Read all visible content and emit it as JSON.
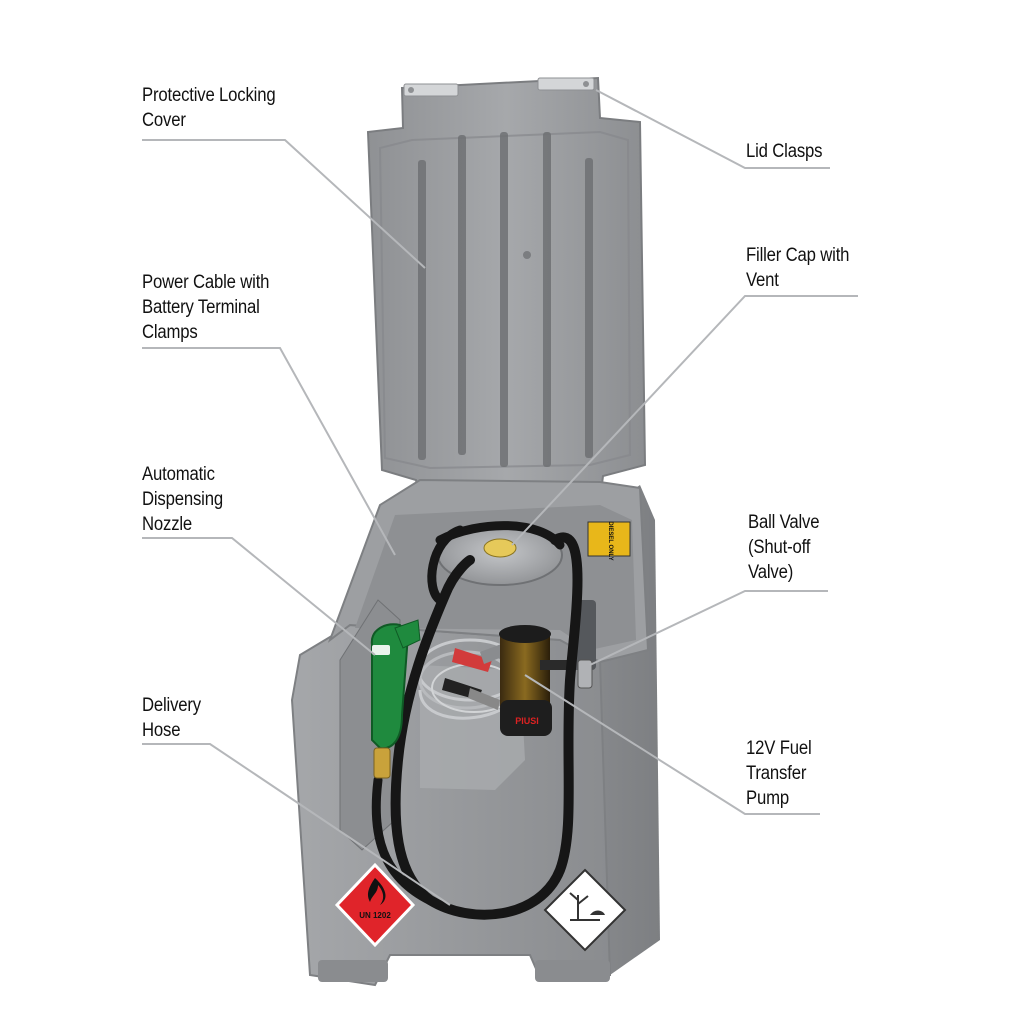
{
  "labels": {
    "protective_cover": [
      "Protective Locking",
      "Cover"
    ],
    "lid_clasps": [
      "Lid Clasps"
    ],
    "filler_cap": [
      "Filler Cap with",
      "Vent"
    ],
    "power_cable": [
      "Power Cable with",
      "Battery Terminal",
      "Clamps"
    ],
    "nozzle": [
      "Automatic",
      "Dispensing",
      "Nozzle"
    ],
    "ball_valve": [
      "Ball Valve",
      "(Shut-off",
      "Valve)"
    ],
    "delivery_hose": [
      "Delivery",
      "Hose"
    ],
    "pump": [
      "12V Fuel",
      "Transfer",
      "Pump"
    ]
  },
  "tank_markings": {
    "flammable_un": "UN 1202",
    "diesel_sticker": "DIESEL ONLY",
    "pump_brand": "PIUSI"
  },
  "colors": {
    "tank_grey": "#9a9c9f",
    "nozzle_green": "#1f8a3e",
    "hazard_red": "#e0242a",
    "leader_line": "#b5b7ba"
  }
}
